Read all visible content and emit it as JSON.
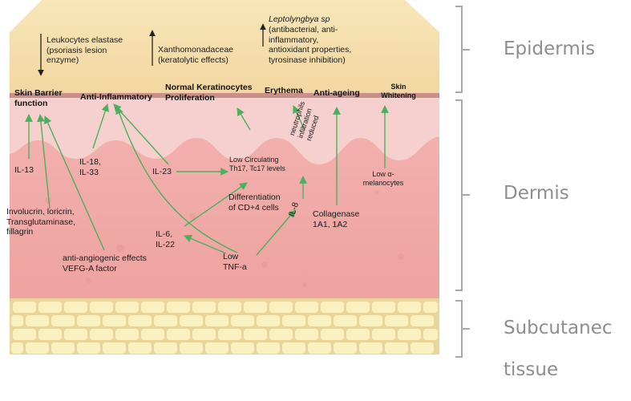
{
  "layers": {
    "epidermis": "Epidermis",
    "dermis": "Dermis",
    "subcutaneous_line1": "Subcutanec",
    "subcutaneous_line2": "tissue"
  },
  "sources": {
    "leukocytes": "Leukocytes elastase\n(psoriasis lesion\nenzyme)",
    "xanthomonadaceae": "Xanthomonadaceae\n(keratolytic effects)",
    "leptolyngbya_name": "Leptolyngbya sp",
    "leptolyngbya_props": "(antibacterial, anti-\ninflammatory,\nantioxidant properties,\ntyrosinase inhibition)"
  },
  "outcomes": {
    "skin_barrier": "Skin Barrier\nfunction",
    "anti_inflammatory": "Anti-Inflammatory",
    "keratinocytes": "Normal Keratinocytes\nProliferation",
    "erythema": "Erythema",
    "anti_ageing": "Anti-ageing",
    "skin_whitening": "Skin\nWhitening"
  },
  "mediators": {
    "il13": "IL-13",
    "il18_33": "IL-18,\nIL-33",
    "il23": "IL-23",
    "low_circulating": "Low Circulating\nTh17, Tc17 levels",
    "neutrophils": "neutrophils\ninfiltration\nreduced",
    "low_alpha": "Low α-\nmelanocytes",
    "involucrin": "Involucrin, loricrin,\nTransglutaminase,\nfillagrin",
    "differentiation": "Differentiation\nof CD+4 cells",
    "il8": "IL-8",
    "collagenase": "Collagenase\n1A1, 1A2",
    "il6_22": "IL-6,\nIL-22",
    "anti_angiogenic": "anti-angiogenic effects\nVEFG-A factor",
    "low_tnf": "Low\nTNF-a"
  },
  "colors": {
    "epidermis": "#f6e1ad",
    "upper_dermis": "#f4c9c7",
    "dermis": "#f0a9a6",
    "fat_cell": "#fbf1c0",
    "arrow": "#4caf60",
    "bracket": "#a8a8a8",
    "layer_text": "#8e8e8e"
  }
}
